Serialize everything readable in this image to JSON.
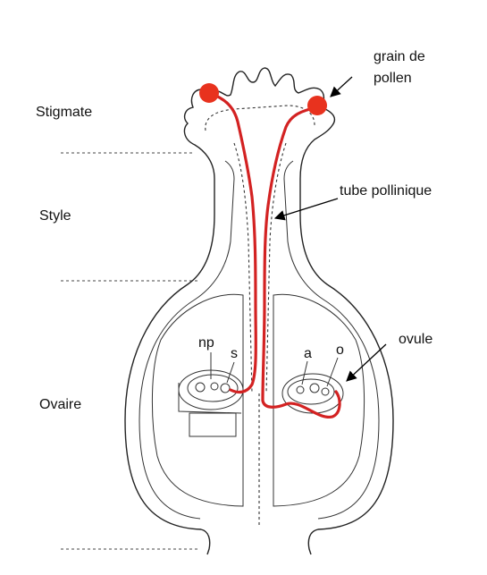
{
  "labels": {
    "stigmate": "Stigmate",
    "style": "Style",
    "ovaire": "Ovaire",
    "grain_line1": "grain de",
    "grain_line2": "pollen",
    "tube_pollinique": "tube pollinique",
    "ovule": "ovule",
    "np": "np",
    "s": "s",
    "a": "a",
    "o": "o"
  },
  "colors": {
    "pollen_tube": "#d32222",
    "pollen_grain": "#e8321e",
    "outline": "#222222"
  }
}
